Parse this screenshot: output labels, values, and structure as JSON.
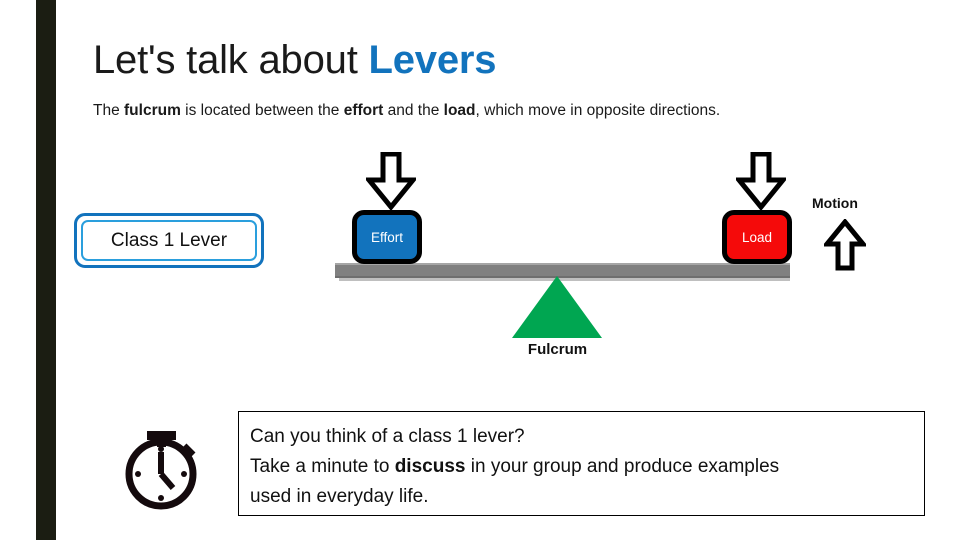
{
  "slide": {
    "title_plain": "Let's talk about ",
    "title_accent": "Levers",
    "accent_color": "#1273bd",
    "stripe_color": "#1b1d12",
    "background": "#ffffff"
  },
  "intro": {
    "segments": [
      {
        "text": "The ",
        "bold": false
      },
      {
        "text": "fulcrum",
        "bold": true
      },
      {
        "text": " is located between the ",
        "bold": false
      },
      {
        "text": "effort",
        "bold": true
      },
      {
        "text": " and the ",
        "bold": false
      },
      {
        "text": "load",
        "bold": true
      },
      {
        "text": ", which move in opposite directions.",
        "bold": false
      }
    ],
    "plain": "The fulcrum is located between the effort and the load, which move in opposite directions."
  },
  "callout": {
    "label": "Class 1 Lever",
    "border_color": "#1273bd",
    "inner_border_color": "#2a9fdd"
  },
  "diagram": {
    "effort": {
      "label": "Effort",
      "color": "#1273bd"
    },
    "load": {
      "label": "Load",
      "color": "#f50a0a"
    },
    "fulcrum": {
      "label": "Fulcrum",
      "color": "#00a651"
    },
    "motion": {
      "label": "Motion"
    },
    "beam_color": "#808080",
    "arrows": [
      {
        "name": "effort-arrow",
        "direction": "down"
      },
      {
        "name": "load-arrow",
        "direction": "down"
      },
      {
        "name": "motion-arrow",
        "direction": "up"
      }
    ]
  },
  "task": {
    "icon": "stopwatch-icon",
    "lines": [
      {
        "segments": [
          {
            "text": "Can you think of a class 1 lever?",
            "bold": false
          }
        ]
      },
      {
        "segments": [
          {
            "text": "Take a minute to ",
            "bold": false
          },
          {
            "text": "discuss",
            "bold": true
          },
          {
            "text": " in your group and produce examples",
            "bold": false
          }
        ]
      },
      {
        "segments": [
          {
            "text": "used in everyday life.",
            "bold": false
          }
        ]
      }
    ]
  }
}
